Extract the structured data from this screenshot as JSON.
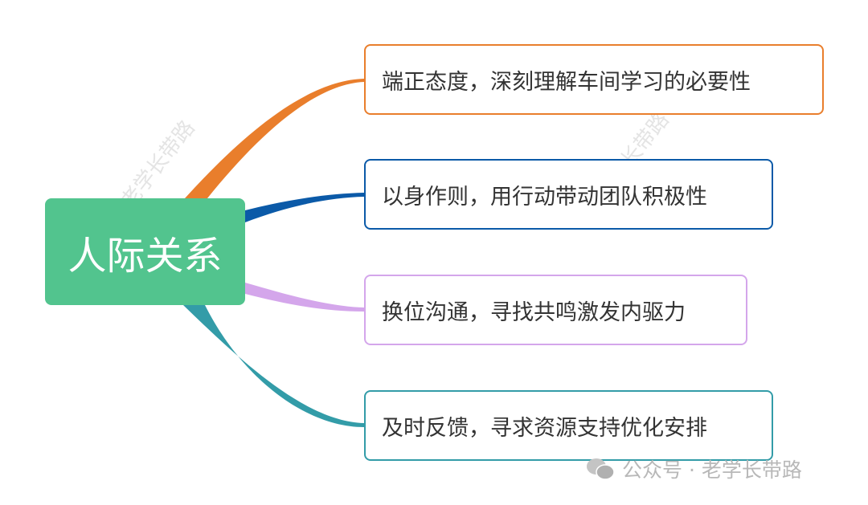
{
  "root": {
    "label": "人际关系",
    "color": "#52c48e"
  },
  "branches": [
    {
      "label": "端正态度，深刻理解车间学习的必要性",
      "color": "#e97e2c"
    },
    {
      "label": "以身作则，用行动带动团队积极性",
      "color": "#0b5aa8"
    },
    {
      "label": "换位沟通，寻找共鸣激发内驱力",
      "color": "#d4a6eb"
    },
    {
      "label": "及时反馈，寻求资源支持优化安排",
      "color": "#339ca8"
    }
  ],
  "watermark": "老学长带路",
  "footer": {
    "icon": "wechat-icon",
    "text": "公众号 · 老学长带路"
  }
}
